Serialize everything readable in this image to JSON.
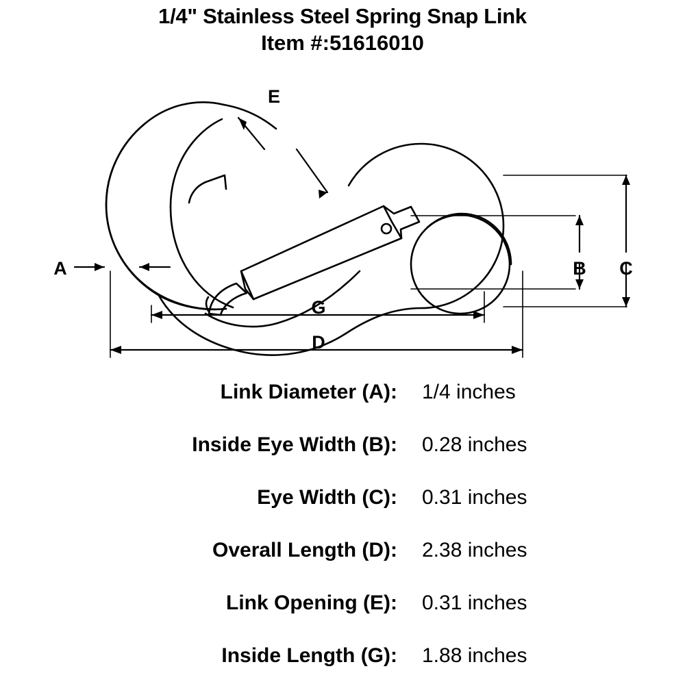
{
  "header": {
    "title_line1": "1/4\" Stainless Steel Spring Snap Link",
    "title_line2": "Item #:51616010"
  },
  "diagram": {
    "labels": {
      "a": "A",
      "b": "B",
      "c": "C",
      "d": "D",
      "e": "E",
      "g": "G"
    }
  },
  "spec_table": {
    "rows": [
      {
        "label": "Link Diameter (A):",
        "value": "1/4 inches"
      },
      {
        "label": "Inside Eye Width (B):",
        "value": "0.28 inches"
      },
      {
        "label": "Eye Width (C):",
        "value": "0.31 inches"
      },
      {
        "label": "Overall Length (D):",
        "value": "2.38 inches"
      },
      {
        "label": "Link Opening (E):",
        "value": "0.31 inches"
      },
      {
        "label": "Inside Length (G):",
        "value": "1.88 inches"
      }
    ]
  }
}
